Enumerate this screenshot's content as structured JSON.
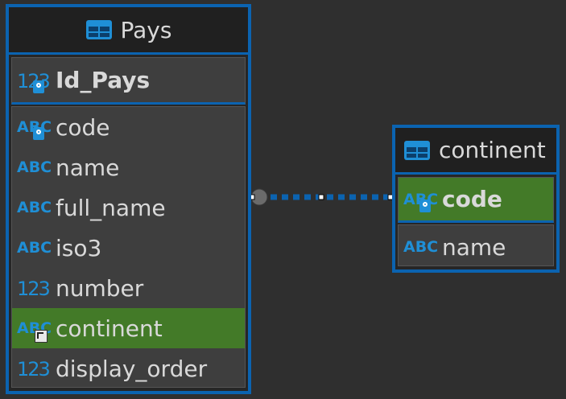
{
  "entities": [
    {
      "title": "Pays",
      "key": {
        "label": "Id_Pays",
        "icon": "numeric-key-icon"
      },
      "attributes": [
        {
          "label": "code",
          "icon": "text-key-icon",
          "highlighted": false
        },
        {
          "label": "name",
          "icon": "text-icon",
          "highlighted": false
        },
        {
          "label": "full_name",
          "icon": "text-icon",
          "highlighted": false
        },
        {
          "label": "iso3",
          "icon": "text-icon",
          "highlighted": false
        },
        {
          "label": "number",
          "icon": "numeric-icon",
          "highlighted": false
        },
        {
          "label": "continent",
          "icon": "text-foreign-key-icon",
          "highlighted": true
        },
        {
          "label": "display_order",
          "icon": "numeric-icon",
          "highlighted": false
        }
      ]
    },
    {
      "title": "continent",
      "key": {
        "label": "code",
        "icon": "text-key-icon",
        "highlighted": true
      },
      "attributes": [
        {
          "label": "name",
          "icon": "text-icon",
          "highlighted": false
        }
      ]
    }
  ],
  "relationship": {
    "from": "Pays.continent",
    "to": "continent.code",
    "style": "dotted"
  },
  "colors": {
    "background": "#2f2f2f",
    "border": "#0b63b0",
    "highlight": "#437a28",
    "text": "#d9d9d9",
    "icon": "#1f8fd6"
  }
}
